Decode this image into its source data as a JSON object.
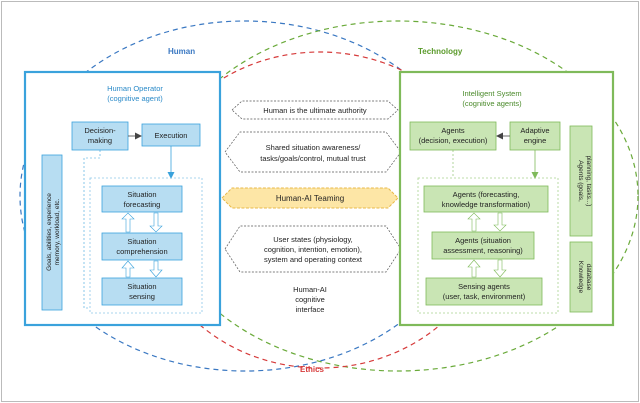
{
  "circles": {
    "human": {
      "label": "Human",
      "color": "#3a78c2"
    },
    "technology": {
      "label": "Technology",
      "color": "#6aaa3a"
    },
    "ethics": {
      "label": "Ethics",
      "color": "#d63a3a"
    }
  },
  "human_operator": {
    "title_line1": "Human Operator",
    "title_line2": "(cognitive agent)",
    "decision_line1": "Decision-",
    "decision_line2": "making",
    "execution": "Execution",
    "forecasting_line1": "Situation",
    "forecasting_line2": "forecasting",
    "comprehension_line1": "Situation",
    "comprehension_line2": "comprehension",
    "sensing_line1": "Situation",
    "sensing_line2": "sensing",
    "side_line1": "Goals, abilities, experience",
    "side_line2": "memory, workload, etc."
  },
  "center": {
    "authority": "Human is the ultimate authority",
    "shared_line1": "Shared situation awareness/",
    "shared_line2": "tasks/goals/control, mutual trust",
    "teaming": "Human-AI Teaming",
    "user_line1": "User states (physiology,",
    "user_line2": "cognition, intention, emotion),",
    "user_line3": "system and operating context",
    "interface_line1": "Human-AI",
    "interface_line2": "cognitive",
    "interface_line3": "interface"
  },
  "intelligent_system": {
    "title_line1": "Intelligent System",
    "title_line2": "(cognitive agents)",
    "agents_exec_line1": "Agents",
    "agents_exec_line2": "(decision, execution)",
    "adaptive_line1": "Adaptive",
    "adaptive_line2": "engine",
    "forecast_line1": "Agents (forecasting,",
    "forecast_line2": "knowledge transformation)",
    "assessment_line1": "Agents (situation",
    "assessment_line2": "assessment, reasoning)",
    "sensing_line1": "Sensing agents",
    "sensing_line2": "(user, task, environment)",
    "side_top_line1": "Agents (goals,",
    "side_top_line2": "planning, tasks...)",
    "side_bottom_line1": "Knowledge",
    "side_bottom_line2": "database"
  },
  "colors": {
    "human_blue": "#3aa2dc",
    "human_box_fill": "#b7ddf2",
    "tech_green": "#7fba5a",
    "tech_box_fill": "#c9e5b4",
    "teaming_fill": "#fde6a6",
    "teaming_stroke": "#e8b94a"
  }
}
